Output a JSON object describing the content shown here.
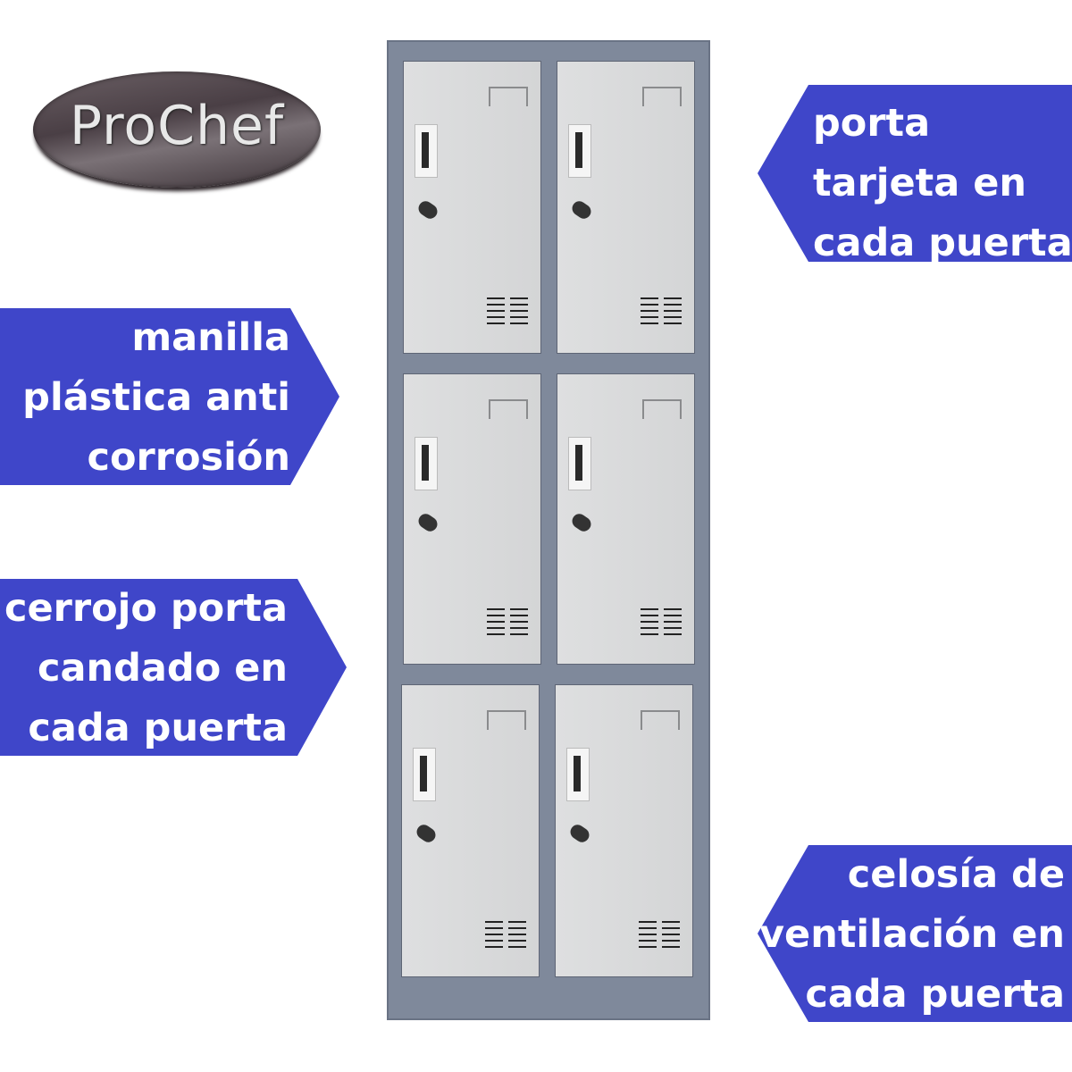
{
  "brand": {
    "logo_text": "ProChef"
  },
  "callouts": {
    "card_holder": [
      "porta",
      "tarjeta en",
      "cada puerta"
    ],
    "handle": [
      "manilla",
      "plástica anti",
      "corrosión"
    ],
    "padlock": [
      "cerrojo porta",
      "candado en",
      "cada puerta"
    ],
    "ventilation": [
      "celosía de",
      "ventilación en",
      "cada puerta"
    ]
  },
  "product": {
    "doors_rows": 3,
    "doors_columns": 2
  },
  "colors": {
    "banner": "#3f46c9",
    "frame": "#7f899b",
    "door": "#d9dadb"
  }
}
